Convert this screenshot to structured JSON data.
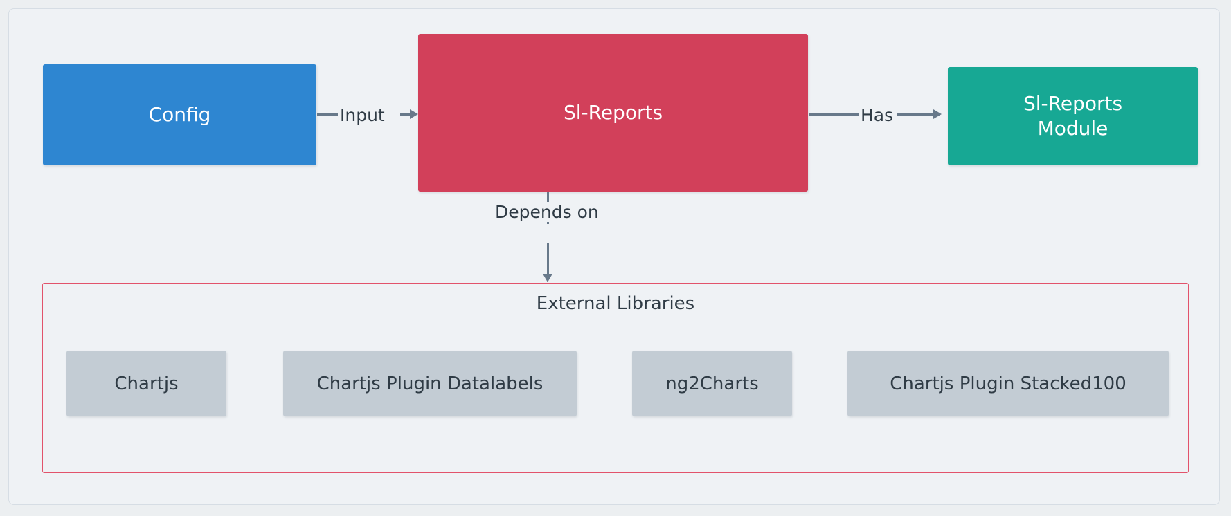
{
  "diagram": {
    "type": "flowchart",
    "background_color": "#eceff1",
    "frame_color": "#d6dde4",
    "nodes": {
      "config": {
        "label": "Config",
        "color": "#2e86d1",
        "text_color": "#ffffff"
      },
      "sl_reports": {
        "label": "Sl-Reports",
        "color": "#d2405a",
        "text_color": "#ffffff"
      },
      "sl_reports_module": {
        "label": "Sl-Reports Module",
        "line1": "Sl-Reports",
        "line2": "Module",
        "color": "#17a894",
        "text_color": "#ffffff"
      }
    },
    "edges": [
      {
        "from": "config",
        "to": "sl_reports",
        "label": "Input",
        "direction": "right"
      },
      {
        "from": "sl_reports",
        "to": "sl_reports_module",
        "label": "Has",
        "direction": "right"
      },
      {
        "from": "sl_reports",
        "to": "external_libraries",
        "label": "Depends on",
        "direction": "down"
      }
    ],
    "subgraph": {
      "title": "External Libraries",
      "border_color": "#e2536b",
      "item_color": "#c3ccd4",
      "item_text_color": "#2f3b45",
      "items": [
        {
          "label": "Chartjs"
        },
        {
          "label": "Chartjs Plugin Datalabels"
        },
        {
          "label": "ng2Charts"
        },
        {
          "label": "Chartjs Plugin Stacked100"
        }
      ]
    }
  }
}
